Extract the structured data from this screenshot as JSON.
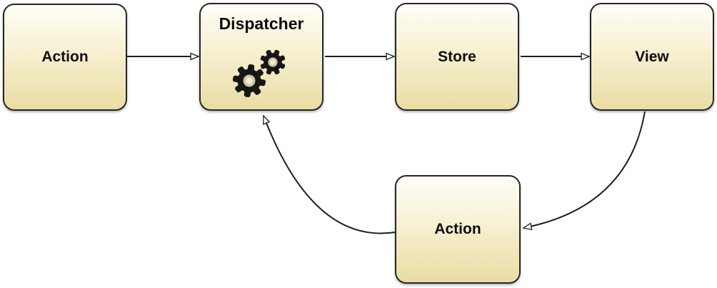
{
  "canvas": {
    "background": "#ffffff"
  },
  "palette": {
    "node_fill_top": "#fffef8",
    "node_fill_bottom": "#e9dda4",
    "node_border": "#262626",
    "arrow_line": "#1e1e1e",
    "arrowhead_fill": "#ffffff",
    "label_text": "#0d0d0d",
    "gear_color": "#161616"
  },
  "nodes": [
    {
      "id": "action-top",
      "label": "Action"
    },
    {
      "id": "dispatcher",
      "label": "Dispatcher",
      "icon": "gears-icon"
    },
    {
      "id": "store",
      "label": "Store"
    },
    {
      "id": "view",
      "label": "View"
    },
    {
      "id": "action-bottom",
      "label": "Action"
    }
  ],
  "edges": [
    {
      "from": "action-top",
      "to": "dispatcher",
      "style": "straight",
      "arrowhead": "hollow-triangle"
    },
    {
      "from": "dispatcher",
      "to": "store",
      "style": "straight",
      "arrowhead": "hollow-triangle"
    },
    {
      "from": "store",
      "to": "view",
      "style": "straight",
      "arrowhead": "hollow-triangle"
    },
    {
      "from": "view",
      "to": "action-bottom",
      "style": "curved",
      "arrowhead": "hollow-triangle"
    },
    {
      "from": "action-bottom",
      "to": "dispatcher",
      "style": "curved",
      "arrowhead": "hollow-triangle"
    }
  ]
}
